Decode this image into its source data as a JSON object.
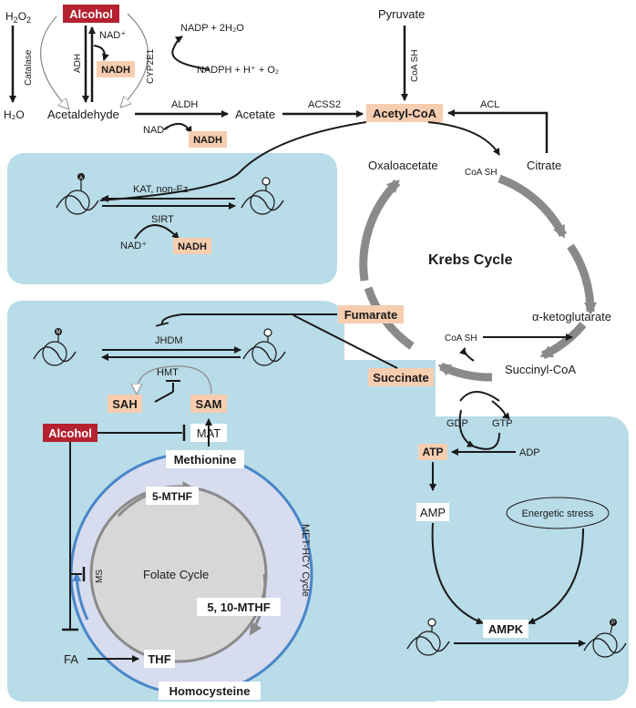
{
  "colors": {
    "panel_blue": "#b8dce8",
    "met_circle": "#d7dcef",
    "folate_fill": "#d7d7d7",
    "alcohol_red": "#b5212f",
    "metabolite_box": "#f7cdb0",
    "arrow_dark": "#1a1a1a",
    "cycle_gray": "#8a8a8a",
    "met_ring_blue": "#4a86c8"
  },
  "top": {
    "h2o2": "H",
    "h2o2_sub": "2",
    "h2o2_o": "O",
    "h2o2_sub2": "2",
    "alcohol": "Alcohol",
    "catalase": "Catalase",
    "adh": "ADH",
    "nad_plus": "NAD⁺",
    "nadh": "NADH",
    "cyp2e1": "CYP2E1",
    "nadp_line": "NADP + 2H₂O",
    "nadph_line": "NADPH + H⁺ + O₂",
    "h2o": "H₂O",
    "acetaldehyde": "Acetaldehyde",
    "aldh": "ALDH",
    "nad_plus2": "NAD⁺",
    "nadh2": "NADH",
    "acetate": "Acetate",
    "acss2": "ACSS2",
    "acetyl_coa": "Acetyl-CoA",
    "acl": "ACL",
    "pyruvate": "Pyruvate",
    "coa_sh_top": "CoA SH"
  },
  "histone_panel": {
    "kat": "KAT, non-Ez",
    "sirt": "SIRT",
    "nad_plus": "NAD⁺",
    "nadh": "NADH",
    "mark_a": "A"
  },
  "krebs": {
    "title": "Krebs Cycle",
    "oxaloacetate": "Oxaloacetate",
    "citrate": "Citrate",
    "coa_sh": "CoA SH",
    "akg": "α-ketoglutarate",
    "coa_sh2": "CoA SH",
    "succinyl_coa": "Succinyl-CoA",
    "succinate": "Succinate",
    "fumarate": "Fumarate"
  },
  "methyl_panel": {
    "jhdm": "JHDM",
    "hmt": "HMT",
    "sah": "SAH",
    "sam": "SAM",
    "alcohol": "Alcohol",
    "mat": "MAT",
    "methionine": "Methionine",
    "five_mthf": "5-MTHF",
    "folate_cycle": "Folate Cycle",
    "five_ten_mthf": "5, 10-MTHF",
    "thf": "THF",
    "homocysteine": "Homocysteine",
    "ms": "MS",
    "met_hcy": "MET-HCY Cycle",
    "fa": "FA",
    "mark_m": "M"
  },
  "energy_panel": {
    "gdp": "GDP",
    "gtp": "GTP",
    "atp": "ATP",
    "adp": "ADP",
    "amp": "AMP",
    "energetic_stress": "Energetic stress",
    "ampk": "AMPK",
    "mark_p": "P"
  }
}
